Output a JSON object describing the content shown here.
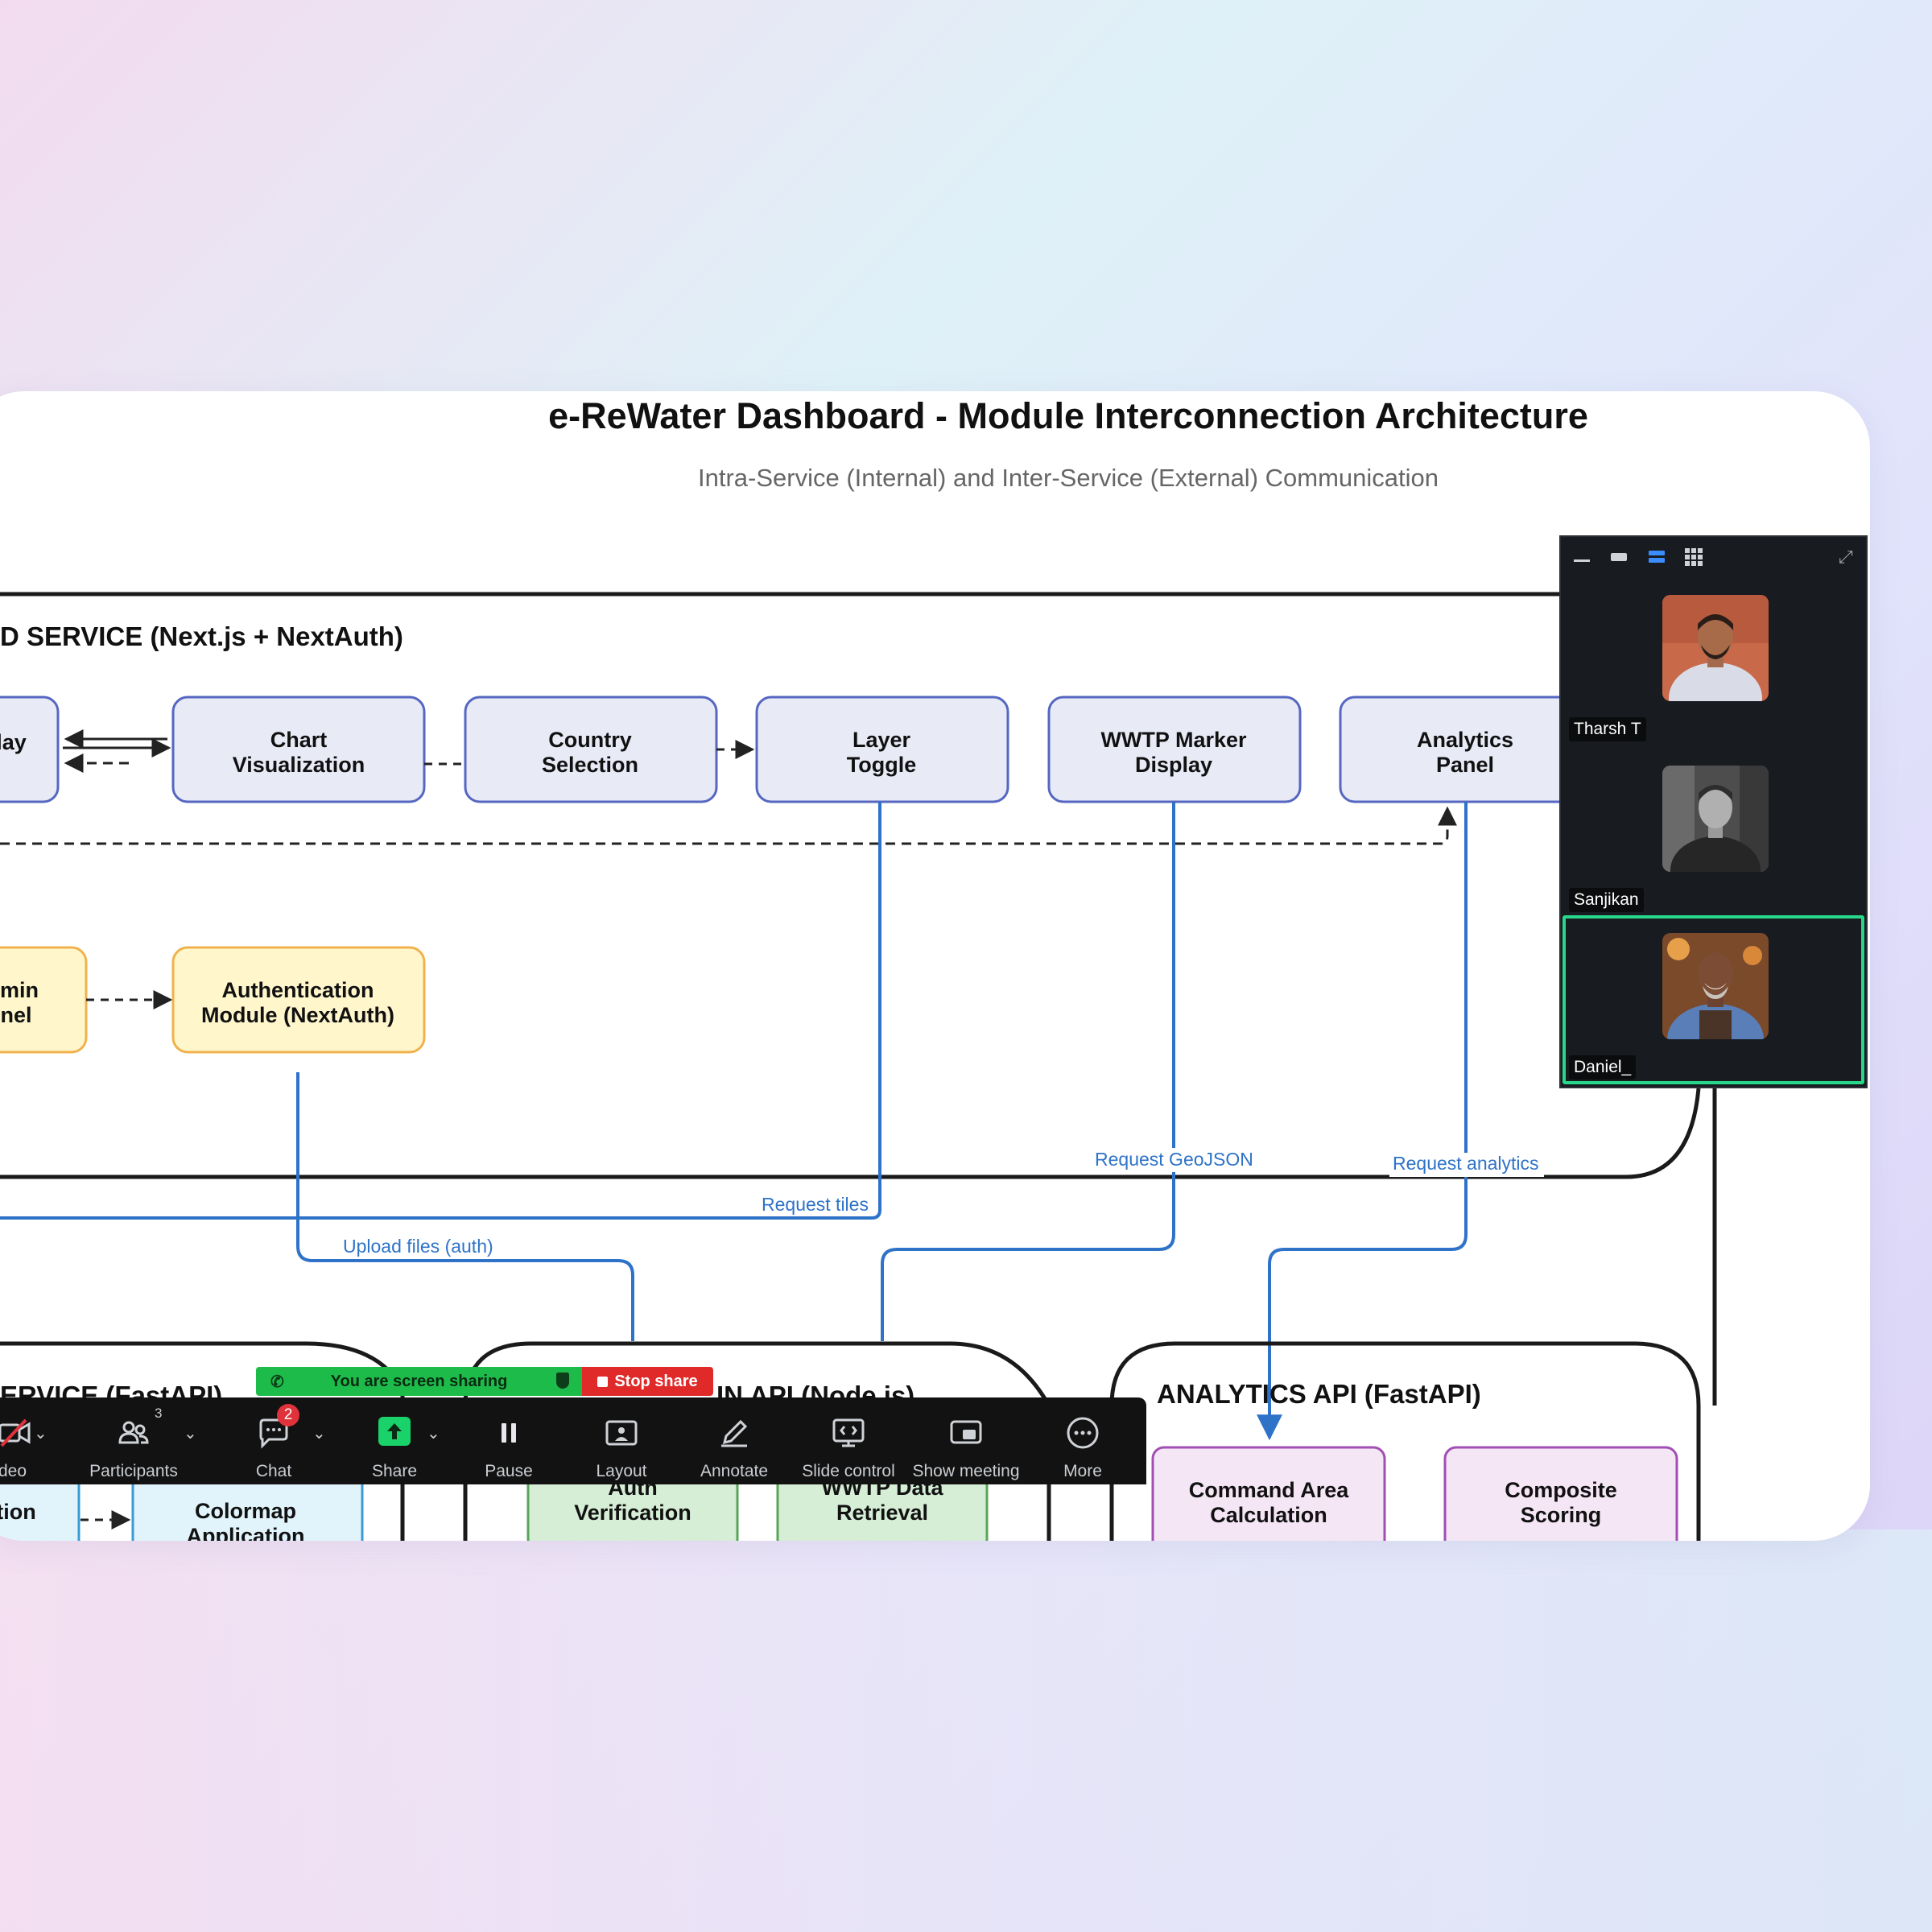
{
  "diagram": {
    "title": "e-ReWater Dashboard - Module Interconnection Architecture",
    "subtitle": "Intra-Service (Internal) and Inter-Service (External) Communication",
    "frontend_service_label": "D SERVICE (Next.js + NextAuth)",
    "nodes": {
      "overlay_fragment": "lay",
      "chart_visualization": [
        "Chart",
        "Visualization"
      ],
      "country_selection": [
        "Country",
        "Selection"
      ],
      "layer_toggle": [
        "Layer",
        "Toggle"
      ],
      "wwtp_marker_display": [
        "WWTP Marker",
        "Display"
      ],
      "analytics_panel": [
        "Analytics",
        "Panel"
      ],
      "admin_panel_fragment": [
        "min",
        "nel"
      ],
      "authentication_module": [
        "Authentication",
        "Module (NextAuth)"
      ],
      "tion_fragment": "tion",
      "colormap_application": [
        "Colormap",
        "Application"
      ],
      "auth_verification": [
        "Auth",
        "Verification"
      ],
      "wwtp_data_retrieval": [
        "WWTP Data",
        "Retrieval"
      ],
      "command_area_calculation": [
        "Command Area",
        "Calculation"
      ],
      "composite_scoring": [
        "Composite",
        "Scoring"
      ]
    },
    "edge_labels": {
      "request_tiles": "Request tiles",
      "upload_files": "Upload files (auth)",
      "request_geojson": "Request GeoJSON",
      "request_analytics": "Request analytics"
    },
    "services": {
      "left_service_fragment": "ERVICE (FastAPI)",
      "main_api_fragment": "IN API (Node.js)",
      "analytics_api": "ANALYTICS API (FastAPI)"
    },
    "colors": {
      "frontend_fill": "#e8eaf6",
      "frontend_stroke": "#5567c1",
      "admin_fill": "#fff6cc",
      "admin_stroke": "#f0b24c",
      "data_fill": "#e1f4fc",
      "data_stroke": "#3a9bd5",
      "main_fill": "#d6eed6",
      "main_stroke": "#5aa45a",
      "analytics_fill": "#f5e6f6",
      "analytics_stroke": "#a14fb3",
      "connector": "#2e73c8"
    }
  },
  "video_panel": {
    "participants": [
      {
        "name": "Tharsh T",
        "speaking": false
      },
      {
        "name": "Sanjikan",
        "speaking": false
      },
      {
        "name": "Daniel_",
        "speaking": true
      }
    ],
    "toolbar_icons": [
      "minimize-icon",
      "speaker-view-icon",
      "strip-view-icon",
      "gallery-view-icon",
      "expand-icon"
    ],
    "active_view": "strip-view-icon"
  },
  "share_banner": {
    "status_text": "You are screen sharing",
    "stop_label": "Stop share"
  },
  "meeting_toolbar": {
    "video_label_fragment": "deo",
    "participants_label": "Participants",
    "participants_count": "3",
    "chat_label": "Chat",
    "chat_unread": "2",
    "share_label": "Share",
    "pause_label": "Pause",
    "layout_label": "Layout",
    "annotate_label": "Annotate",
    "slide_control_label": "Slide control",
    "show_meeting_label": "Show meeting",
    "more_label": "More"
  }
}
